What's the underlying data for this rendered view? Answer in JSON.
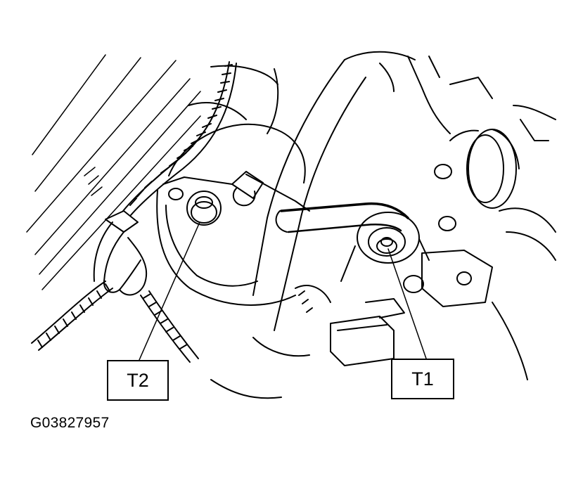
{
  "callouts": {
    "t2": "T2",
    "t1": "T1"
  },
  "figure_id": "G03827957",
  "colors": {
    "line": "#000000",
    "background": "#ffffff"
  }
}
